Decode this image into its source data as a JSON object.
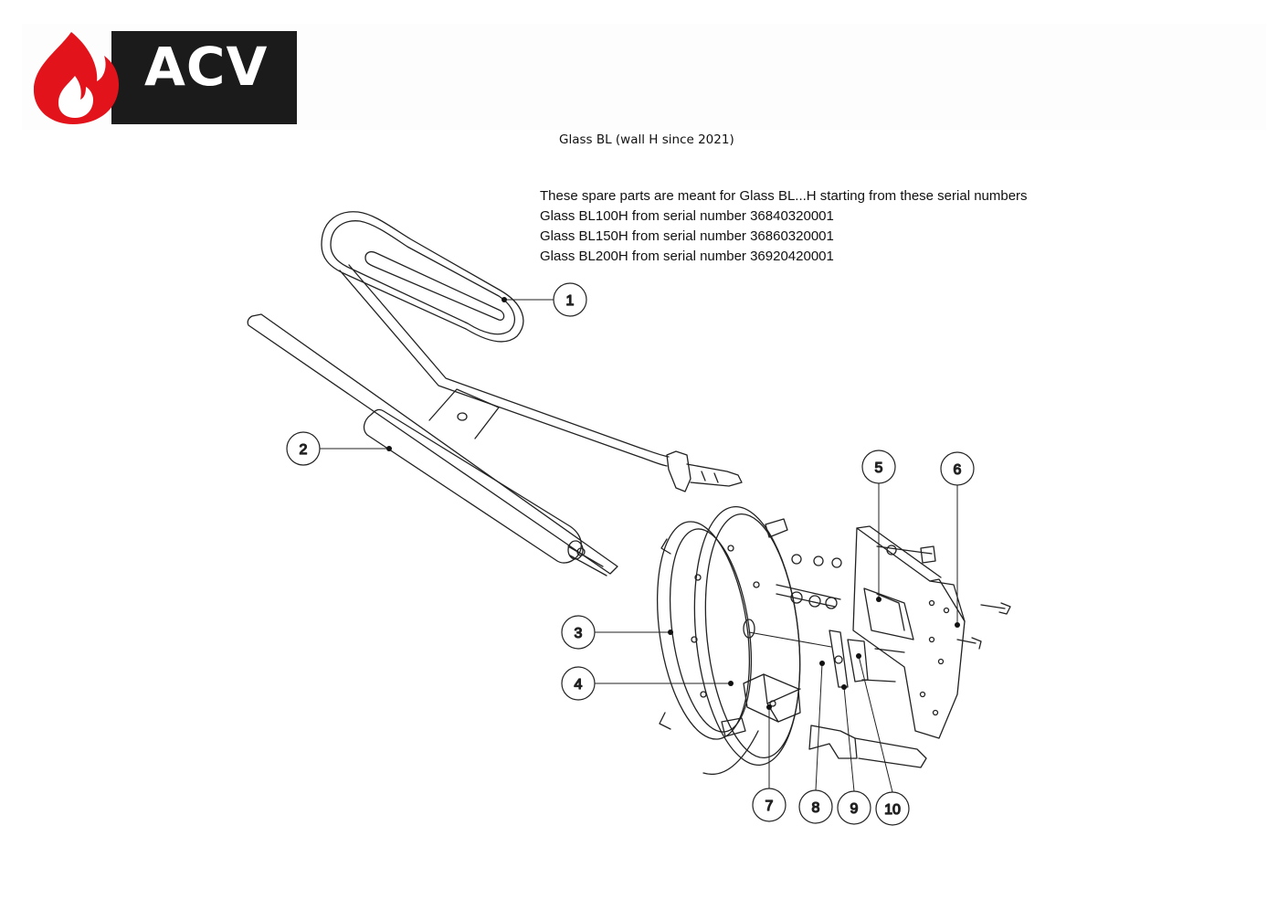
{
  "logo": {
    "text": "ACV",
    "flame_color": "#e3131b",
    "block_color": "#1b1b1b"
  },
  "document": {
    "title": "Glass BL (wall H since 2021)"
  },
  "notes": [
    "These spare parts are meant for Glass BL...H starting from these serial numbers",
    "Glass BL100H from serial number 36840320001",
    "Glass BL150H from serial number 36860320001",
    "Glass BL200H from serial number 36920420001"
  ],
  "callouts": [
    "1",
    "2",
    "3",
    "4",
    "5",
    "6",
    "7",
    "8",
    "9",
    "10"
  ],
  "colors": {
    "line": "#222222",
    "background": "#ffffff"
  }
}
